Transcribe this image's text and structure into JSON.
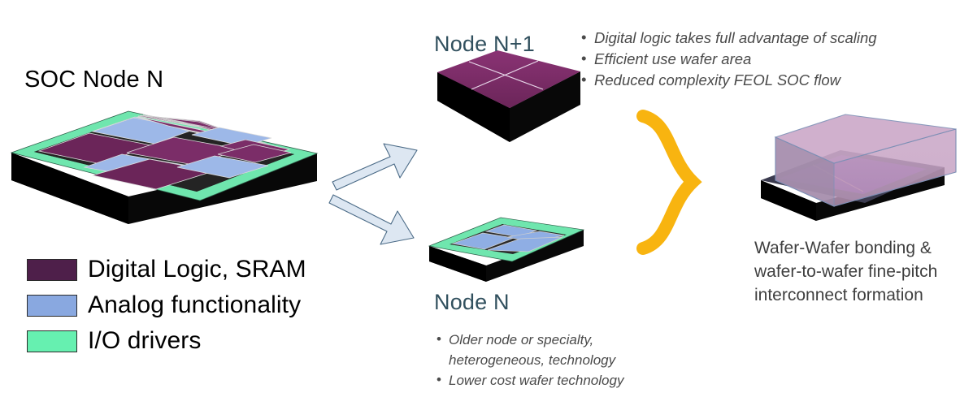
{
  "diagram": {
    "title": "SOC Node N",
    "legend": [
      {
        "label": "Digital Logic, SRAM",
        "color": "#4E1F4A",
        "swatch_name": "digital-logic-sram"
      },
      {
        "label": "Analog functionality",
        "color": "#89A8E0",
        "swatch_name": "analog-functionality"
      },
      {
        "label": "I/O drivers",
        "color": "#66F0B0",
        "swatch_name": "io-drivers"
      }
    ],
    "nodes": {
      "upper_label": "Node N+1",
      "lower_label": "Node N"
    },
    "bullets_top": [
      "Digital logic takes full advantage of scaling",
      "Efficient use wafer area",
      "Reduced complexity FEOL SOC flow"
    ],
    "bullets_bottom": [
      "Older node or specialty, heterogeneous, technology",
      "Lower cost wafer technology"
    ],
    "bonding_caption": "Wafer-Wafer bonding & wafer-to-wafer fine-pitch interconnect formation",
    "colors": {
      "purple_logic": "#7B2D68",
      "purple_dark": "#5E1C52",
      "blue_analog": "#9DB8E8",
      "green_io": "#6FE6AE",
      "substrate_black": "#080808",
      "arrow_fill": "#DDE7F2",
      "arrow_stroke": "#4a6a86",
      "brace_orange": "#F8B410",
      "node_label_text": "#31505e",
      "body_text": "#4a4a4a",
      "translucent_top": "#C9A6C4"
    }
  }
}
